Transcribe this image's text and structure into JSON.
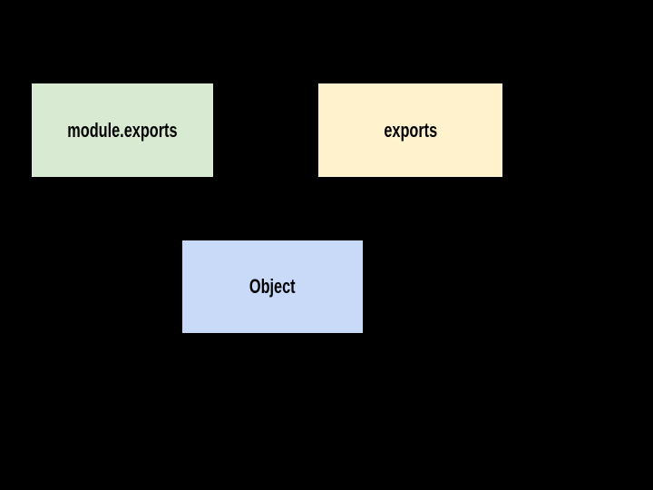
{
  "canvas": {
    "background_color": "#000000"
  },
  "diagram": {
    "type": "node-diagram",
    "nodes": [
      {
        "id": "module-exports",
        "label": "module.exports",
        "fill_color": "#d9ead3",
        "border_color": "#000000",
        "text_color": "#000000"
      },
      {
        "id": "exports",
        "label": "exports",
        "fill_color": "#fff2cc",
        "border_color": "#000000",
        "text_color": "#000000"
      },
      {
        "id": "object",
        "label": "Object",
        "fill_color": "#c9daf8",
        "border_color": "#000000",
        "text_color": "#000000"
      }
    ]
  }
}
